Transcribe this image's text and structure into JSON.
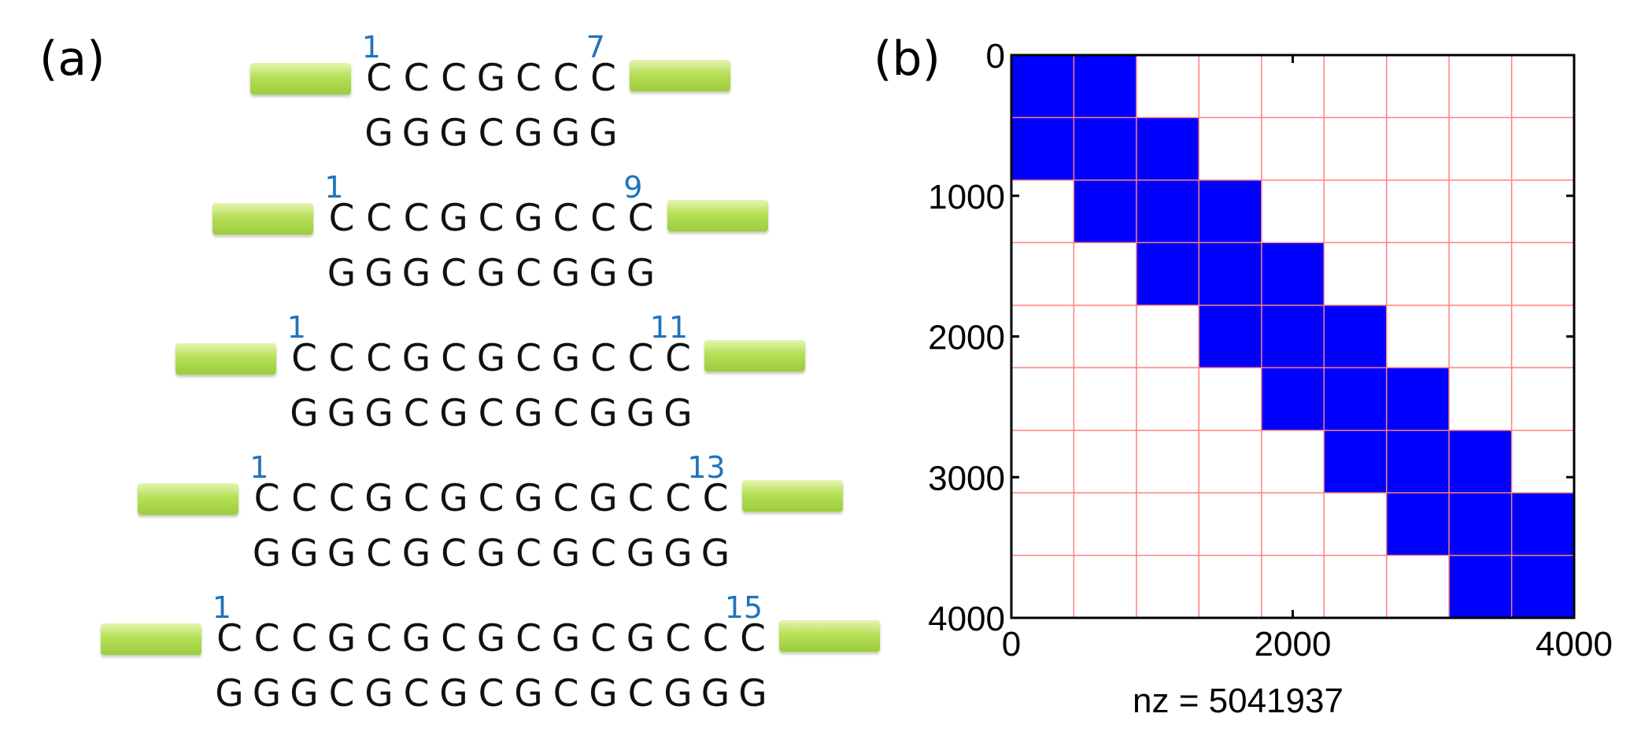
{
  "panel_a": {
    "label": "(a)",
    "hairpins": [
      {
        "top": "CCCGCCC",
        "bottom": "GGGCGGG",
        "start_label": "1",
        "end_label": "7"
      },
      {
        "top": "CCCGCGCCC",
        "bottom": "GGGCGCGGG",
        "start_label": "1",
        "end_label": "9"
      },
      {
        "top": "CCCGCGCGCCC",
        "bottom": "GGGCGCGCGGG",
        "start_label": "1",
        "end_label": "11"
      },
      {
        "top": "CCCGCGCGCGCCC",
        "bottom": "GGGCGCGCGCGGG",
        "start_label": "1",
        "end_label": "13"
      },
      {
        "top": "CCCGCGCGCGCGCCC",
        "bottom": "GGGCGCGCGCGCGGG",
        "start_label": "1",
        "end_label": "15"
      }
    ],
    "colors": {
      "linker": "#a9d64a",
      "index_labels": "#1f73be"
    }
  },
  "panel_b": {
    "label": "(b)",
    "xlabel": "nz = 5041937",
    "colors": {
      "fill": "#0000ff",
      "grid": "#ff8080",
      "axis": "#000000"
    }
  },
  "chart_data": {
    "type": "heatmap",
    "title": "",
    "xlabel": "nz = 5041937",
    "ylabel": "",
    "xlim": [
      0,
      4000
    ],
    "ylim": [
      0,
      4000
    ],
    "y_axis_inverted": true,
    "x_ticks": [
      "0",
      "2000",
      "4000"
    ],
    "y_ticks": [
      "0",
      "1000",
      "2000",
      "3000",
      "4000"
    ],
    "grid_lines": [
      0,
      444,
      889,
      1333,
      1778,
      2222,
      2667,
      3111,
      3556,
      4000
    ],
    "filled_blocks": [
      {
        "rows": [
          0,
          889
        ],
        "cols": [
          0,
          889
        ]
      },
      {
        "rows": [
          444,
          1333
        ],
        "cols": [
          444,
          1333
        ]
      },
      {
        "rows": [
          889,
          1778
        ],
        "cols": [
          889,
          1778
        ]
      },
      {
        "rows": [
          1333,
          2222
        ],
        "cols": [
          1333,
          2222
        ]
      },
      {
        "rows": [
          1778,
          2667
        ],
        "cols": [
          1778,
          2667
        ]
      },
      {
        "rows": [
          2222,
          3111
        ],
        "cols": [
          2222,
          3111
        ]
      },
      {
        "rows": [
          2667,
          3556
        ],
        "cols": [
          2667,
          3556
        ]
      },
      {
        "rows": [
          3111,
          4000
        ],
        "cols": [
          3111,
          4000
        ]
      }
    ]
  }
}
